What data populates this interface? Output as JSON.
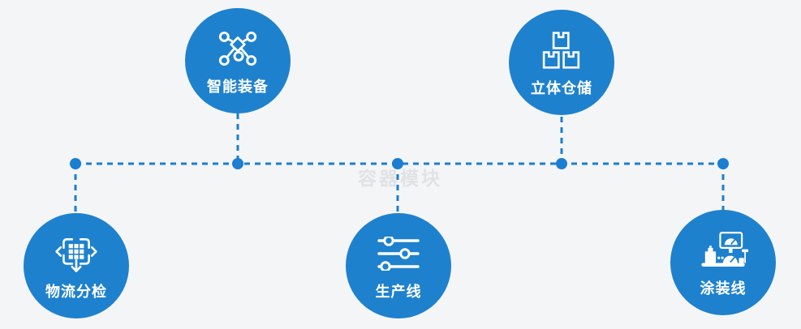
{
  "meta": {
    "watermark": "容器模块"
  },
  "colors": {
    "background": "#f4f5f6",
    "node_blue": "#1e81cd",
    "connector_blue": "#1b7ed0",
    "icon_and_label_white": "#ffffff",
    "watermark_gray": "#e1e2e5"
  },
  "nodes": [
    {
      "id": "smart-equipment",
      "label": "智能装备",
      "icon": "network-nodes-icon"
    },
    {
      "id": "stereo-warehouse",
      "label": "立体仓储",
      "icon": "stacked-boxes-icon"
    },
    {
      "id": "logistics-sorting",
      "label": "物流分检",
      "icon": "sorting-grid-arrows-icon"
    },
    {
      "id": "production-line",
      "label": "生产线",
      "icon": "sliders-icon"
    },
    {
      "id": "coating-line",
      "label": "涂装线",
      "icon": "control-station-icon"
    }
  ]
}
